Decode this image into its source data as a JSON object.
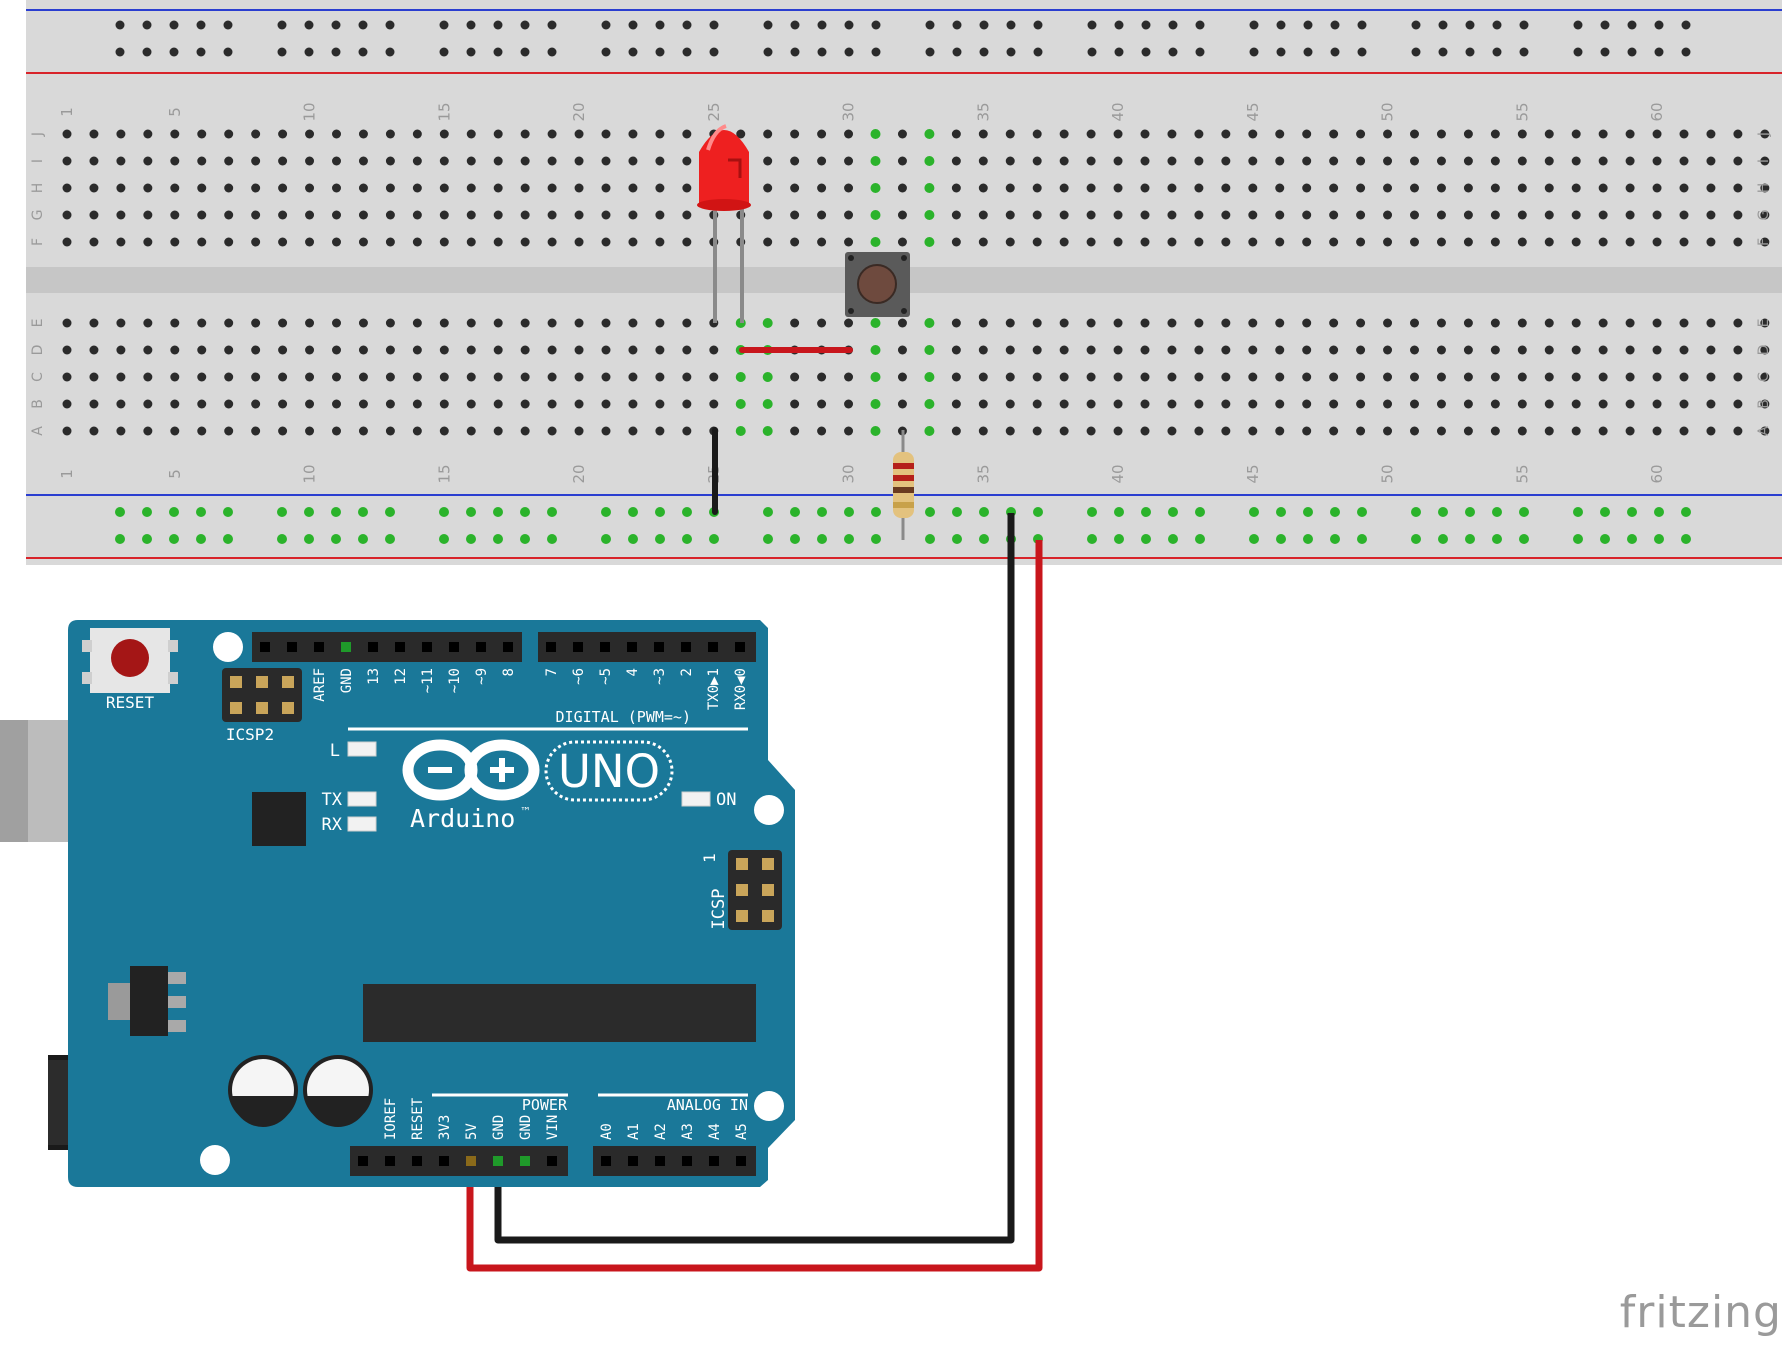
{
  "breadboard": {
    "rows_top": [
      "J",
      "I",
      "H",
      "G",
      "F"
    ],
    "rows_bottom": [
      "E",
      "D",
      "C",
      "B",
      "A"
    ],
    "column_labels": [
      "1",
      "5",
      "10",
      "15",
      "20",
      "25",
      "30",
      "35",
      "40",
      "45",
      "50",
      "55",
      "60"
    ]
  },
  "arduino": {
    "reset_label": "RESET",
    "icsp2_label": "ICSP2",
    "icsp_label": "ICSP",
    "icsp_pin1": "1",
    "digital_header_label": "DIGITAL (PWM=~)",
    "digital_pin_labels": [
      "AREF",
      "GND",
      "13",
      "12",
      "~11",
      "~10",
      "~9",
      "8",
      "7",
      "~6",
      "~5",
      "4",
      "~3",
      "2",
      "TX0▶1",
      "RX0◀0"
    ],
    "led_L": "L",
    "led_TX": "TX",
    "led_RX": "RX",
    "led_ON": "ON",
    "logo_text": "Arduino",
    "logo_tm": "™",
    "model": "UNO",
    "power_label": "POWER",
    "analog_label": "ANALOG IN",
    "power_pin_labels": [
      "IOREF",
      "RESET",
      "3V3",
      "5V",
      "GND",
      "GND",
      "VIN"
    ],
    "analog_pin_labels": [
      "A0",
      "A1",
      "A2",
      "A3",
      "A4",
      "A5"
    ]
  },
  "brand": "fritzing",
  "colors": {
    "board_blue": "#1a7899",
    "breadboard_gray": "#d9d9d9",
    "rail_red": "#d8242a",
    "rail_blue": "#2a3ed0",
    "wire_red": "#c8161c",
    "wire_black": "#1a1a1a",
    "led_red": "#ee2020",
    "connected_green": "#2bb32b"
  }
}
